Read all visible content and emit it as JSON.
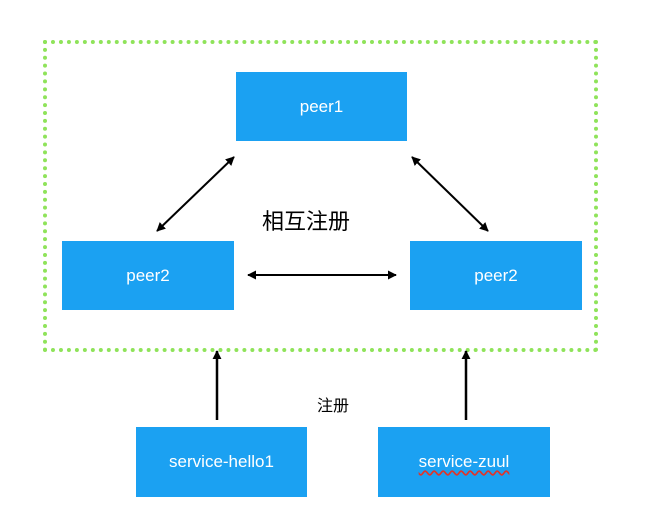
{
  "nodes": {
    "peer1": "peer1",
    "peer2_left": "peer2",
    "peer2_right": "peer2",
    "service_hello": "service-hello1",
    "service_zuul": "service-zuul"
  },
  "labels": {
    "mutual_register": "相互注册",
    "register": "注册"
  },
  "colors": {
    "node_fill": "#1ba1f2",
    "node_text": "#ffffff",
    "cluster_border": "#8fe35a",
    "arrow": "#000000"
  }
}
